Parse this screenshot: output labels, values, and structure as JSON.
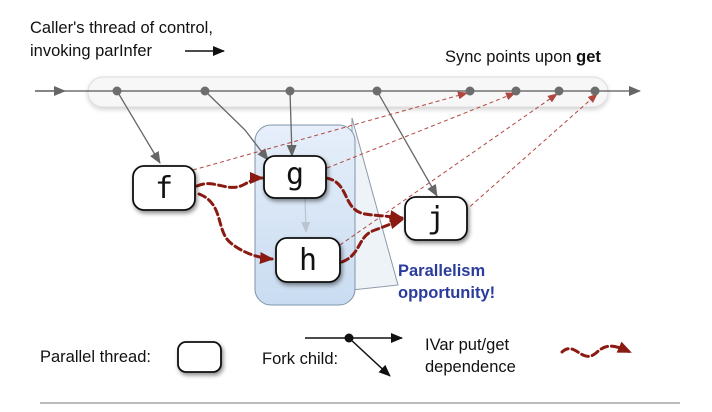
{
  "caption": {
    "line1": "Caller's thread of control,",
    "line2": "invoking parInfer"
  },
  "sync_label": {
    "prefix": "Sync points upon ",
    "bold": "get"
  },
  "nodes": {
    "f": "f",
    "g": "g",
    "h": "h",
    "j": "j"
  },
  "parallelism_label": {
    "line1": "Parallelism",
    "line2": "opportunity!"
  },
  "legend": {
    "parallel_thread": "Parallel thread:",
    "fork_child": "Fork child:",
    "ivar_line1": "IVar put/get",
    "ivar_line2": "dependence"
  },
  "colors": {
    "dependence": "#8b1a12",
    "highlight_fill": "#d9e8f7",
    "highlight_stroke": "#7f93a8",
    "label_blue": "#2a3c9c",
    "fork_arrow": "#666666"
  }
}
